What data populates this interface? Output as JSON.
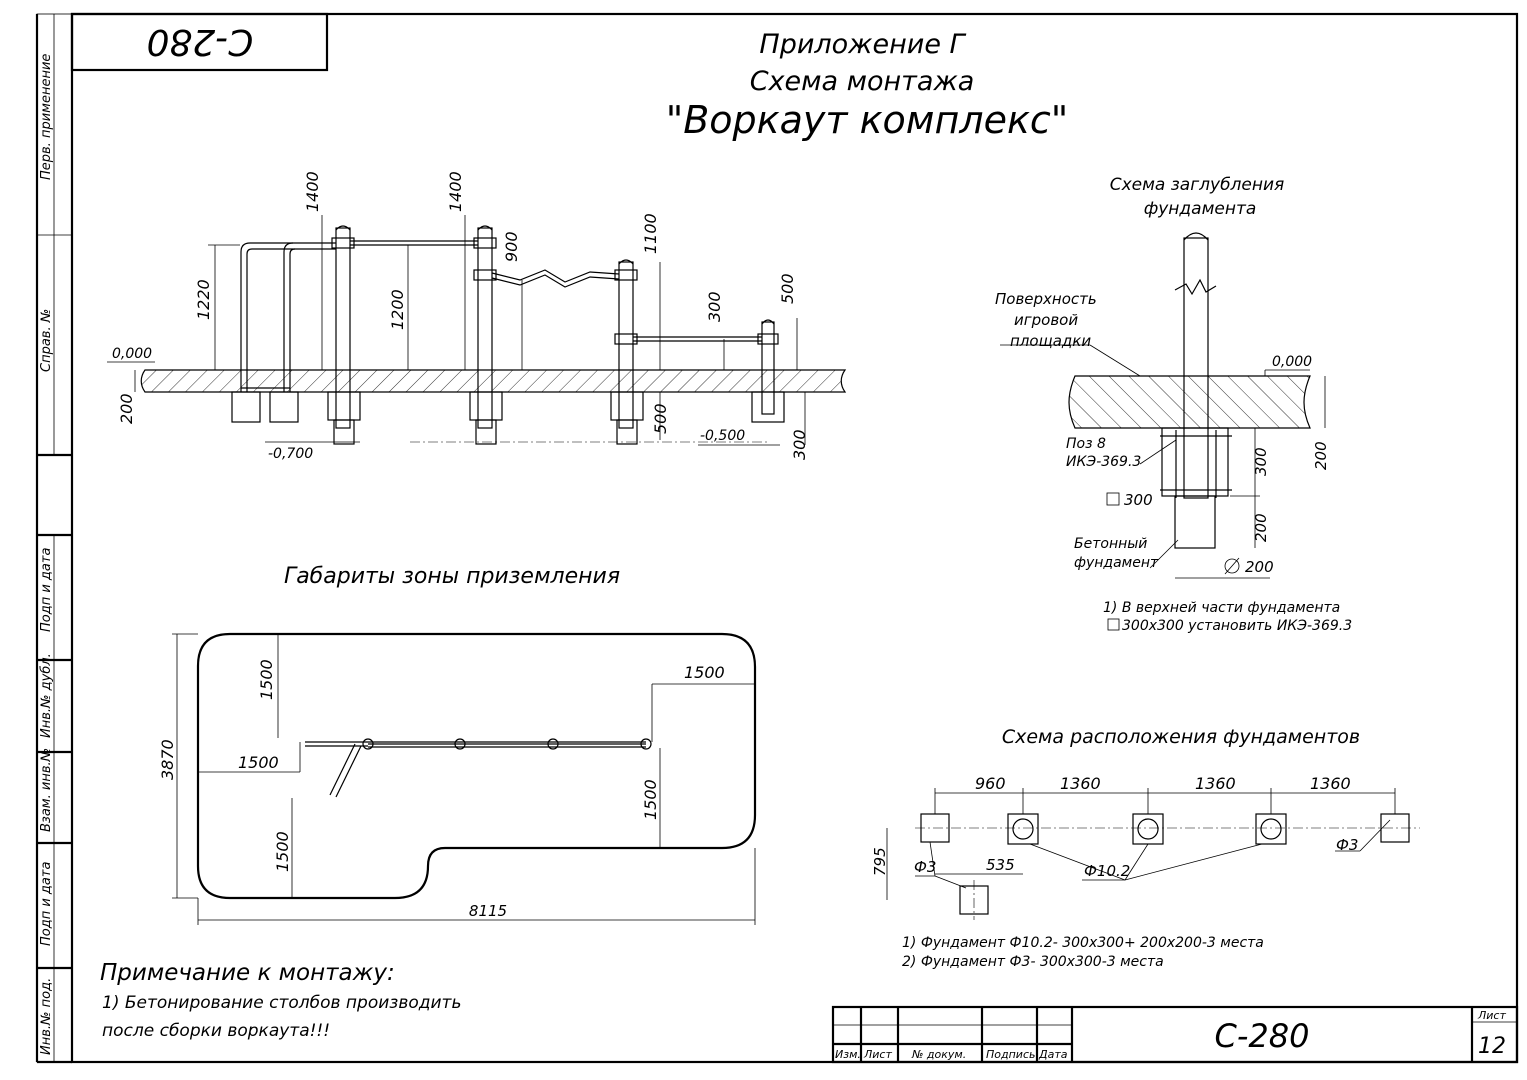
{
  "sheet": {
    "code_rotated": "С-280",
    "code": "С-280",
    "sheet_label": "Лист",
    "sheet_number": "12"
  },
  "side_strip": {
    "perv_primenenie": "Перв. применение",
    "sprav_no": "Справ. №",
    "podp_data_1": "Подп и дата",
    "inv_dubl": "Инв.№ дубл.",
    "vzam_inv": "Взам. инв.№",
    "podp_data_2": "Подп и дата",
    "inv_pod": "Инв.№ под."
  },
  "header": {
    "line1": "Приложение Г",
    "line2": "Схема монтажа",
    "line3": "\"Воркаут комплекс\""
  },
  "elevation": {
    "level_zero": "0,000",
    "dim_1220": "1220",
    "dim_1400_a": "1400",
    "dim_1400_b": "1400",
    "dim_1200": "1200",
    "dim_900": "900",
    "dim_1100": "1100",
    "dim_300": "300",
    "dim_500_top": "500",
    "dim_200": "200",
    "dim_500_bottom": "500",
    "dim_300_bottom": "300",
    "level_minus_700": "-0,700",
    "level_minus_500": "-0,500"
  },
  "depth_scheme": {
    "title1": "Схема заглубления",
    "title2": "фундамента",
    "surface1": "Поверхность",
    "surface2": "игровой",
    "surface3": "площадки",
    "level_zero": "0,000",
    "poz1": "Поз 8",
    "poz2": "ИКЭ-369.3",
    "square_300": "300",
    "concrete1": "Бетонный",
    "concrete2": "фундамент",
    "dim_300": "300",
    "dim_200_right": "200",
    "dim_200_lower": "200",
    "dia_200": "200",
    "note1": "1) В верхней части фундамента",
    "note2": "300x300 установить ИКЭ-369.3"
  },
  "landing_zone": {
    "title": "Габариты зоны приземления",
    "dim_3870": "3870",
    "dim_1500_top": "1500",
    "dim_1500_right_top": "1500",
    "dim_1500_left": "1500",
    "dim_1500_right": "1500",
    "dim_1500_bottom": "1500",
    "dim_8115": "8115"
  },
  "foundation_layout": {
    "title": "Схема расположения фундаментов",
    "dim_960": "960",
    "dim_1360_a": "1360",
    "dim_1360_b": "1360",
    "dim_1360_c": "1360",
    "dim_795": "795",
    "dim_535": "535",
    "label_f3_left": "Ф3",
    "label_f10": "Ф10.2",
    "label_f3_right": "Ф3",
    "note1": "1) Фундамент Ф10.2- 300х300+ 200х200-3 места",
    "note2": "2) Фундамент Ф3- 300х300-3 места"
  },
  "mounting_note": {
    "title": "Примечание к монтажу:",
    "line1": "1) Бетонирование столбов производить",
    "line2": "после сборки воркаута!!!"
  },
  "title_block": {
    "izm": "Изм.",
    "list": "Лист",
    "doc_no": "№ докум.",
    "podpis": "Подпись",
    "data": "Дата"
  }
}
